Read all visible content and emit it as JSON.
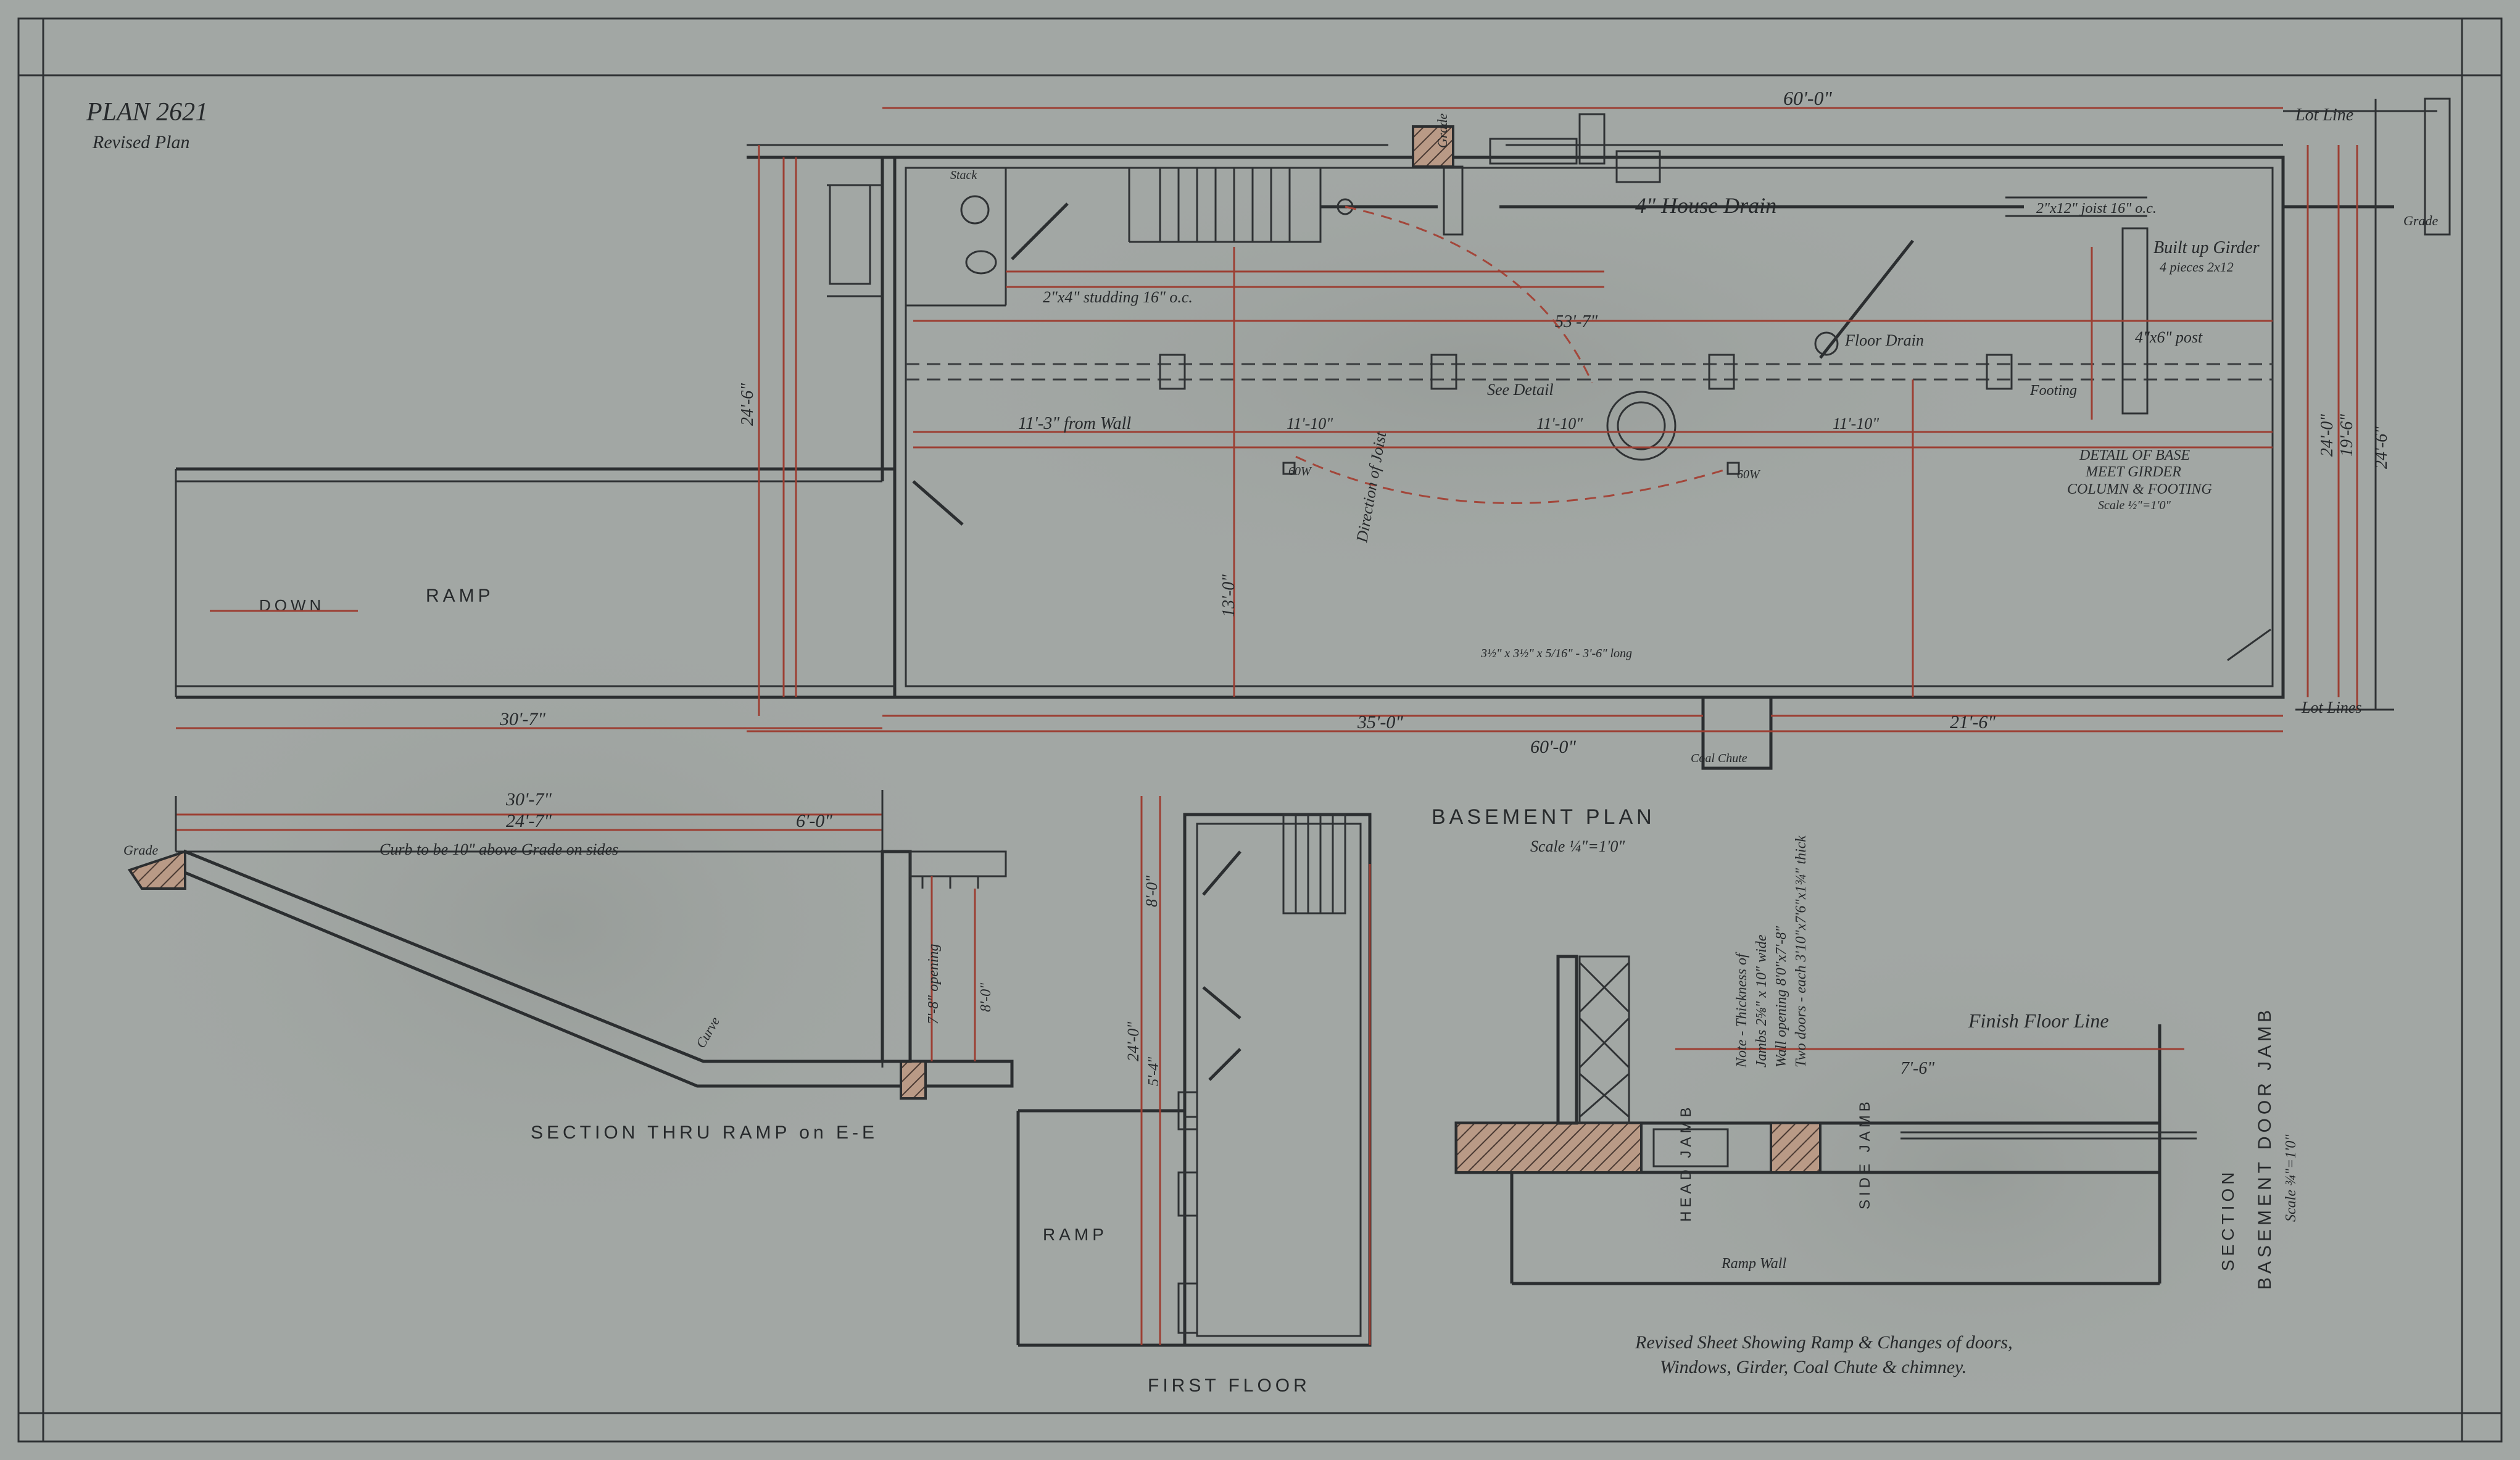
{
  "header": {
    "plan_no": "PLAN 2621",
    "revision": "Revised Plan"
  },
  "basement": {
    "title": "BASEMENT PLAN",
    "scale": "Scale ¼\"=1'0\"",
    "ramp": "RAMP",
    "down": "DOWN",
    "drain": "4\" House Drain",
    "floor_drain": "Floor Drain",
    "see_detail": "See Detail",
    "studding": "2\"x4\" studding 16\" o.c.",
    "joist": "2\"x12\" joist 16\" o.c.",
    "girder": "Built up Girder",
    "girder_sub": "4 pieces 2x12",
    "post": "4\"x6\" post",
    "footing": "Footing",
    "direction": "Direction of Joist",
    "coal_chute": "Coal Chute",
    "lot_line_top": "Lot Line",
    "lot_lines": "Lot Lines",
    "detail_1": "DETAIL OF BASE",
    "detail_2": "MEET GIRDER",
    "detail_3": "COLUMN & FOOTING",
    "detail_4": "Scale ½\"=1'0\"",
    "stack": "Stack",
    "from_wall": "11'-3\" from Wall",
    "sixty": "60'-0\"",
    "thirty_five": "35'-0\"",
    "twenty_one": "21'-6\"",
    "thirty_seven": "30'-7\"",
    "fifty_three": "53'-7\"",
    "thirteen": "13'-0\"",
    "eleven_ten_a": "11'-10\"",
    "eleven_ten_b": "11'-10\"",
    "eleven_ten_c": "11'-10\"",
    "twenty_four_six": "24'-6\"",
    "twenty_four_zero": "24'-0\"",
    "nineteen_six": "19'-6\"",
    "angle": "3½\" x 3½\" x 5/16\" - 3'-6\" long",
    "sixty_w": "60W",
    "grade": "Grade"
  },
  "ramp_section": {
    "title": "SECTION THRU RAMP on E-E",
    "curb": "Curb to be 10\" above Grade on sides",
    "dim_top": "30'-7\"",
    "dim_mid": "24'-7\"",
    "dim_six": "6'-0\"",
    "opening": "7'-8\" opening",
    "eight": "8'-0\"",
    "curve": "Curve",
    "grade": "Grade"
  },
  "first_floor": {
    "title": "FIRST FLOOR",
    "ramp": "RAMP",
    "d1": "8'-0\"",
    "d2": "24'-0\"",
    "d3": "5'-4\""
  },
  "door_jamb": {
    "title": "BASEMENT DOOR JAMB",
    "section": "SECTION",
    "scale": "Scale ¾\"=1'0\"",
    "finish": "Finish Floor Line",
    "seven_six": "7'-6\"",
    "head_jamb": "HEAD JAMB",
    "side_jamb": "SIDE JAMB",
    "ramp_wall": "Ramp Wall",
    "note_1": "Note - Thickness of",
    "note_2": "Jambs 2⅝\" x 10\" wide",
    "note_3": "Wall opening 8'0\"x7'-8\"",
    "note_4": "Two doors - each 3'10\"x7'6\"x1¾\" thick"
  },
  "revision_note": {
    "line_1": "Revised Sheet Showing Ramp & Changes of doors,",
    "line_2": "Windows, Girder, Coal Chute & chimney."
  }
}
